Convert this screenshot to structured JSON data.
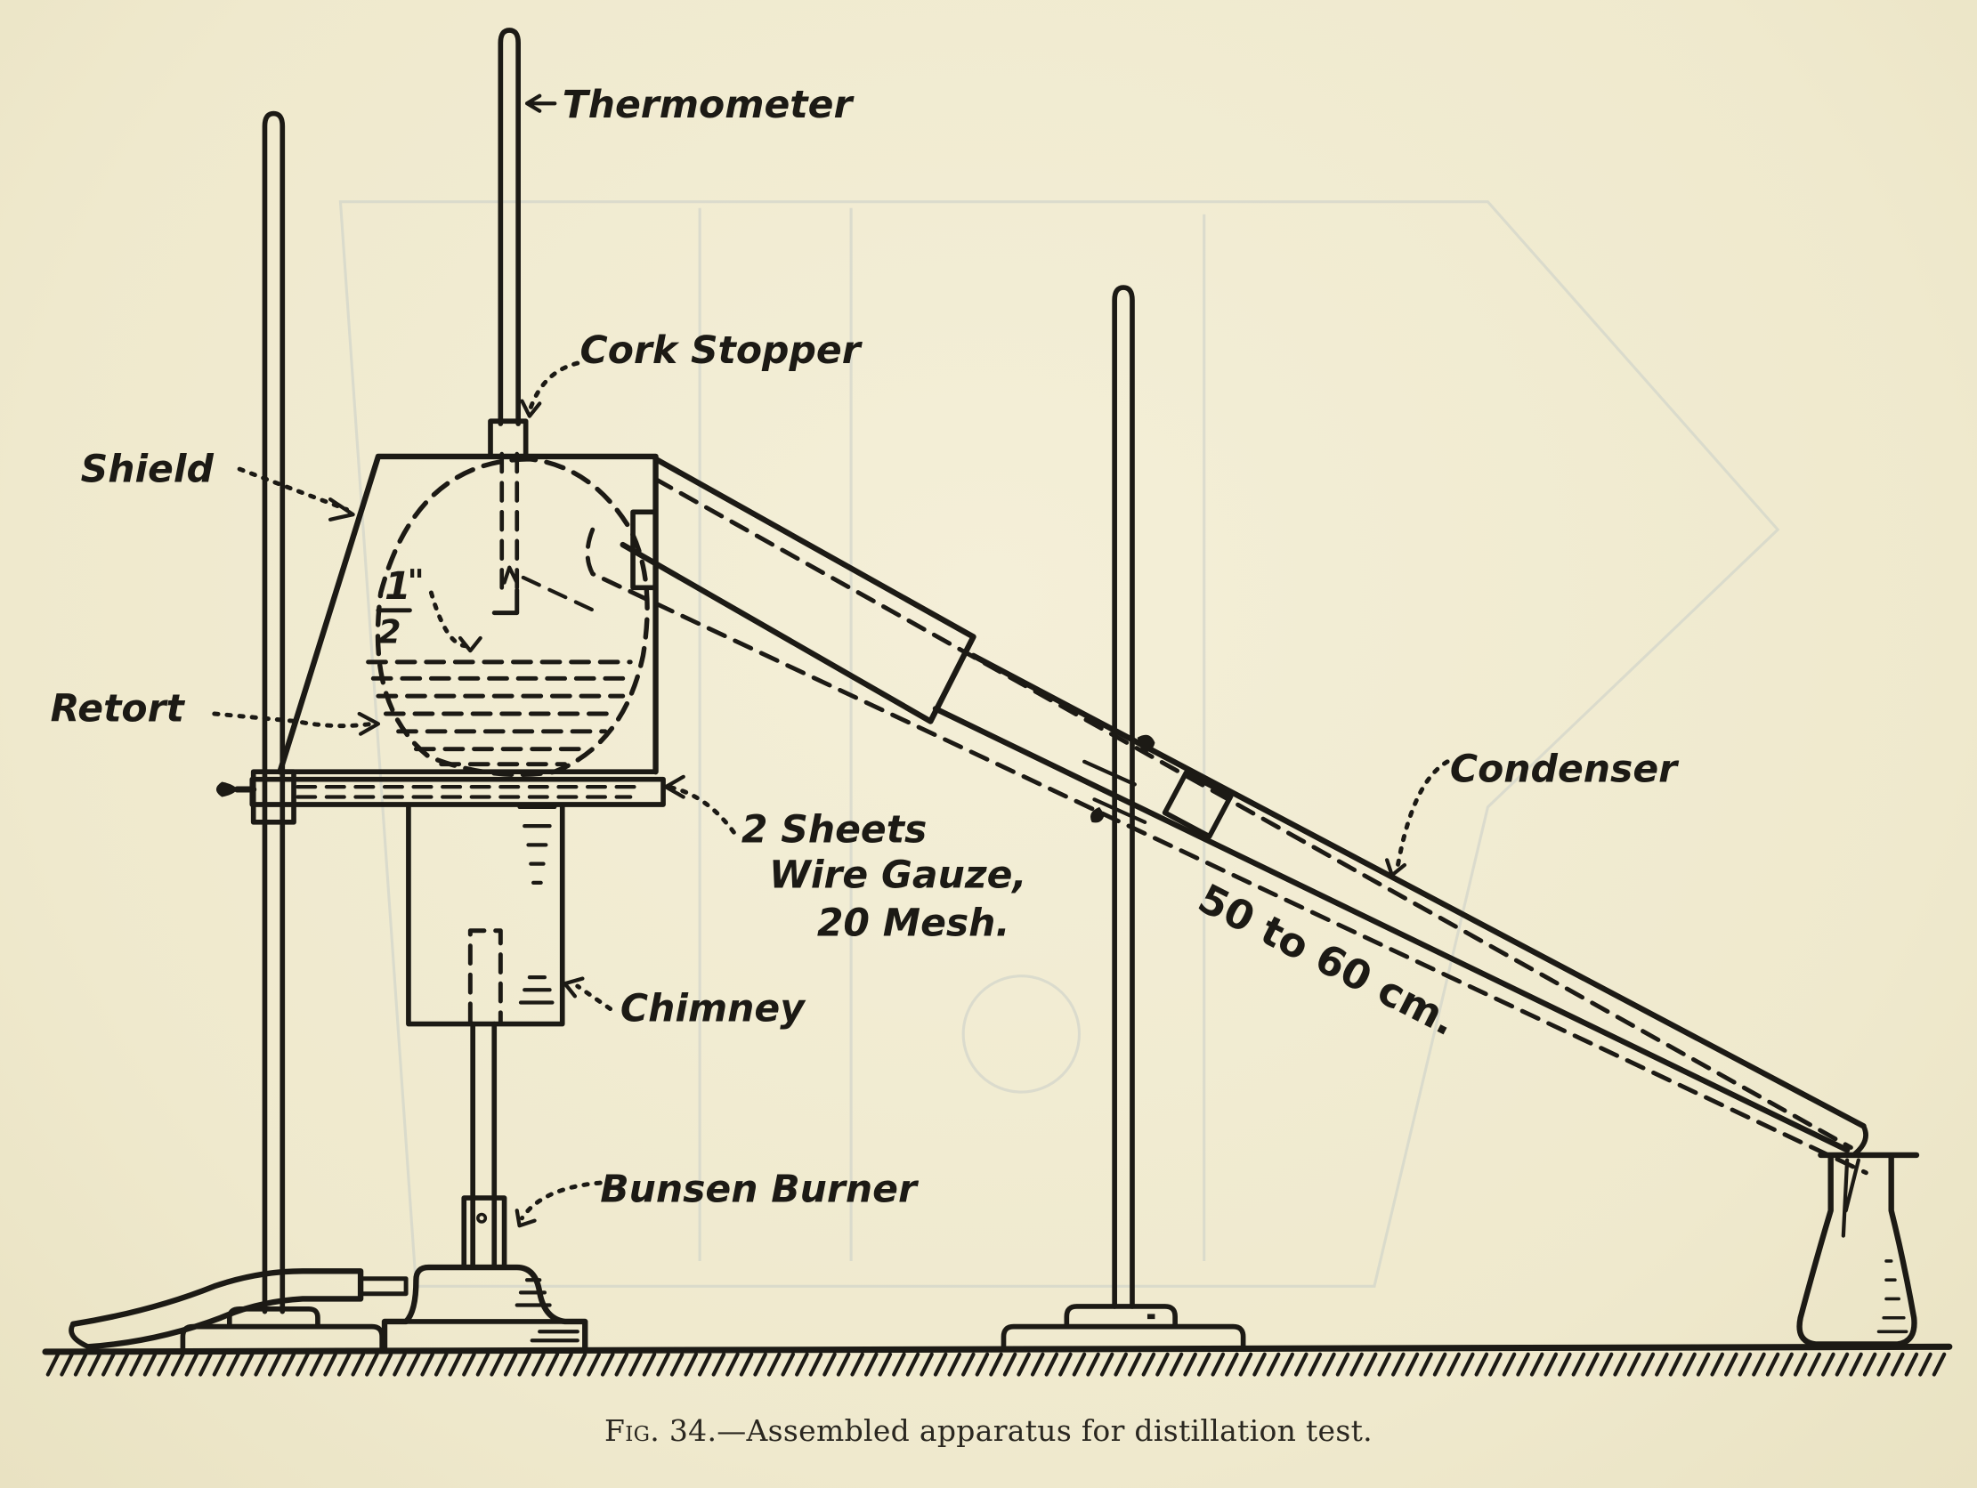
{
  "figure": {
    "caption_prefix": "Fig. 34.",
    "caption_text": "—Assembled apparatus for distillation test.",
    "subject": "distillation apparatus"
  },
  "labels": {
    "thermometer": "Thermometer",
    "cork_stopper": "Cork Stopper",
    "shield": "Shield",
    "retort": "Retort",
    "gauze_line1": "2 Sheets",
    "gauze_line2": "Wire Gauze,",
    "gauze_line3": "20 Mesh.",
    "chimney": "Chimney",
    "bunsen_burner": "Bunsen Burner",
    "condenser": "Condenser",
    "length": "50 to 60 cm.",
    "half_inch_num": "1",
    "half_inch_mark": "\"",
    "half_inch_den": "2"
  },
  "components": [
    "ring-stand-left",
    "thermometer",
    "cork-stopper",
    "shield",
    "retort",
    "wire-gauze",
    "chimney",
    "bunsen-burner",
    "gas-hose",
    "ring-stand-right",
    "condenser",
    "receiving-flask",
    "ground-line"
  ]
}
